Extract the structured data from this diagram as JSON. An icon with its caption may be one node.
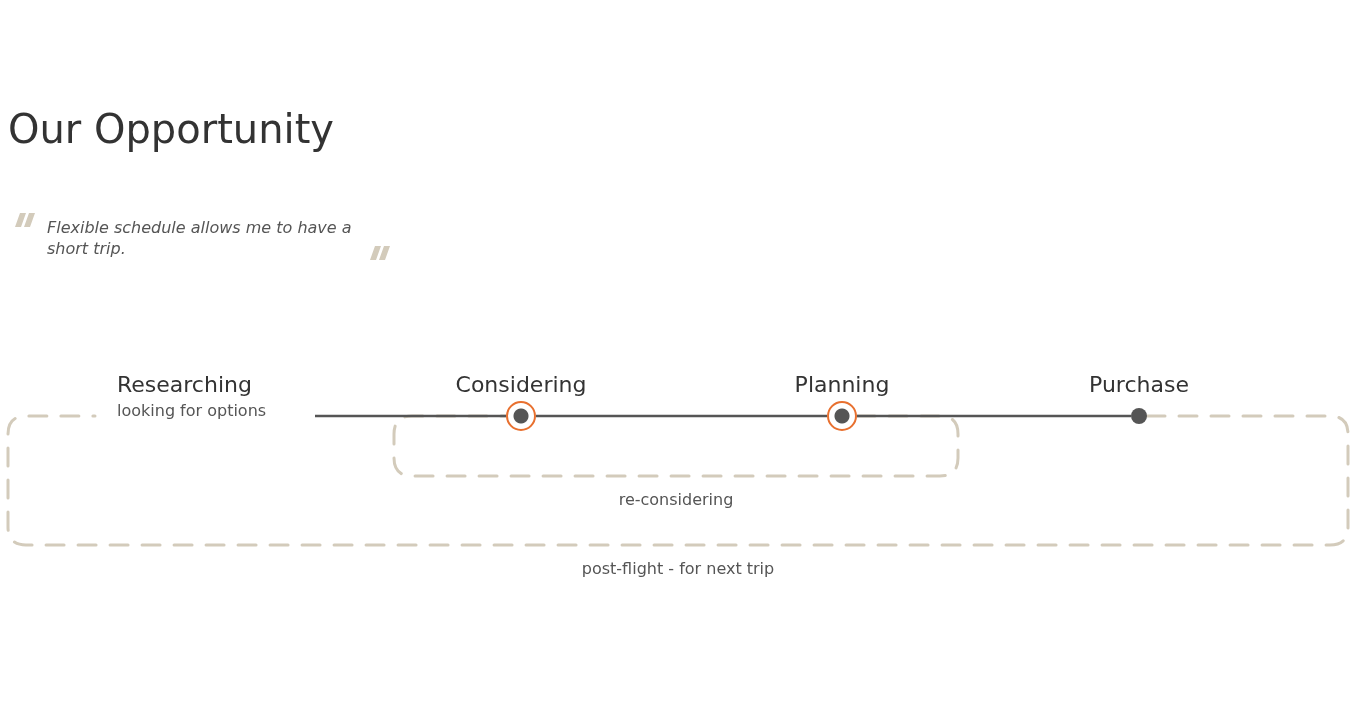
{
  "diagram": {
    "title": "Our Opportunity",
    "nodes": [
      {
        "text": [
          "Researching",
          "looking for options"
        ]
      },
      {
        "text": [],
        "shape": "circle",
        "beside": [
          "Considering"
        ]
      },
      {
        "text": [],
        "shape": "circle",
        "beside": [
          "Planning"
        ]
      },
      {
        "text": [],
        "shape": "circle",
        "beside": [
          "Purchase"
        ]
      }
    ],
    "edges": [
      {
        "from": 0,
        "to": 1,
        "arrow": "none"
      },
      {
        "from": 1,
        "to": 2,
        "arrow": "none"
      },
      {
        "from": 2,
        "to": 3,
        "arrow": "none"
      },
      {
        "from": 2,
        "to": 1,
        "arrow": "none",
        "style": "dashed",
        "color": "#d3cbbb",
        "label": "re-considering"
      },
      {
        "from": 3,
        "to": 0,
        "arrow": "none",
        "style": "dashed",
        "color": "#d3cbbb",
        "label": "post-flight - for next trip"
      }
    ],
    "labels": [
      "Flexible schedule allows me to have a short trip."
    ]
  }
}
